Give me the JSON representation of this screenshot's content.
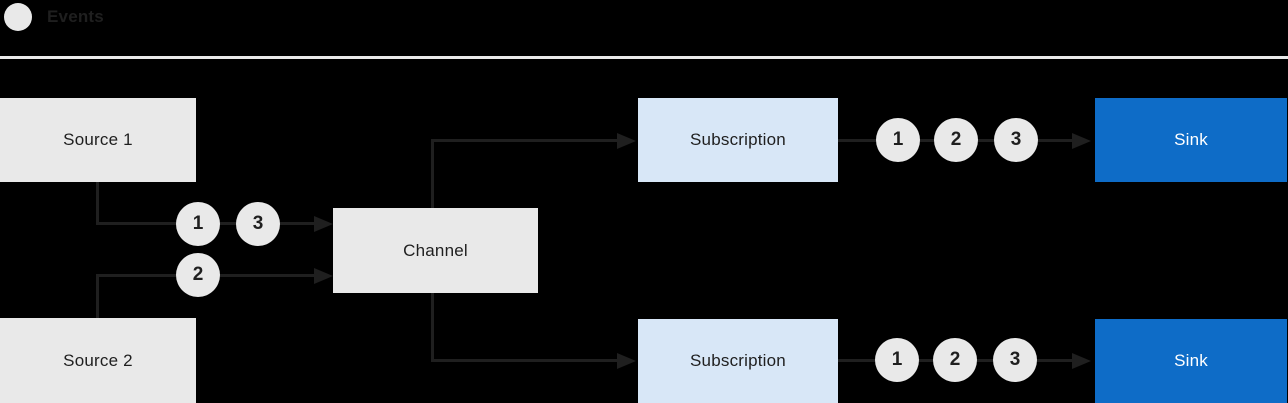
{
  "colors": {
    "background": "#000000",
    "node_gray": "#e9e9e9",
    "subscription_blue": "#d8e7f7",
    "sink_blue": "#0e6cc7",
    "line_dark": "#1f1f1f",
    "text_dark": "#1f1f1f",
    "text_light": "#ffffff"
  },
  "legend": {
    "label": "Events"
  },
  "nodes": {
    "source1": {
      "label": "Source 1"
    },
    "source2": {
      "label": "Source 2"
    },
    "channel": {
      "label": "Channel"
    },
    "subscription1": {
      "label": "Subscription"
    },
    "subscription2": {
      "label": "Subscription"
    },
    "sink1": {
      "label": "Sink"
    },
    "sink2": {
      "label": "Sink"
    }
  },
  "event_markers": {
    "source1_to_channel": [
      "1",
      "3"
    ],
    "source2_to_channel": [
      "2"
    ],
    "subscription1_to_sink1": [
      "1",
      "2",
      "3"
    ],
    "subscription2_to_sink2": [
      "1",
      "2",
      "3"
    ]
  }
}
